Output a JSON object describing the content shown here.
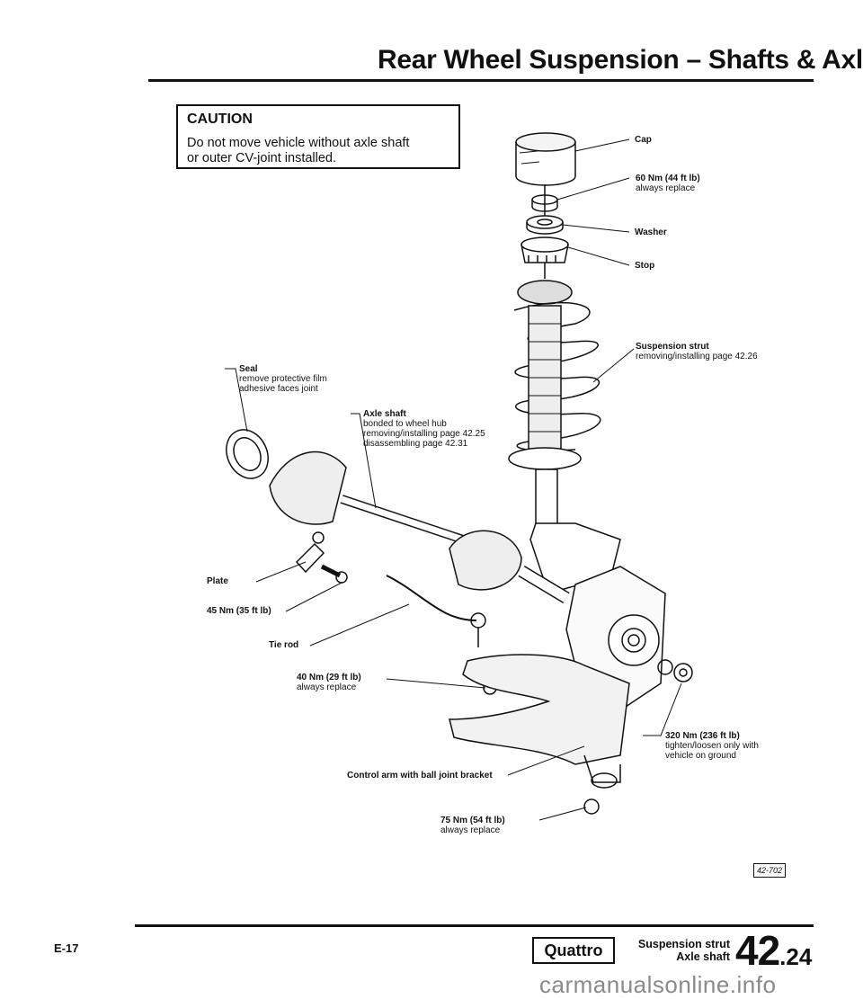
{
  "header": {
    "title": "Rear Wheel Suspension – Shafts & Axle"
  },
  "caution": {
    "heading": "CAUTION",
    "text": "Do not move vehicle without axle shaft\nor outer CV-joint installed."
  },
  "labels": {
    "cap": "Cap",
    "nut60_name": "60 Nm (44 ft lb)",
    "nut60_note": "always replace",
    "washer": "Washer",
    "stop": "Stop",
    "strut_name": "Suspension strut",
    "strut_note": "removing/installing page 42.26",
    "seal_name": "Seal",
    "seal_note": "remove protective film\nadhesive faces joint",
    "axle_name": "Axle shaft",
    "axle_note": "bonded to wheel hub\nremoving/installing page 42.25\ndisassembling page 42.31",
    "plate": "Plate",
    "bolt45": "45 Nm (35 ft lb)",
    "tierod": "Tie rod",
    "nut40_name": "40 Nm (29 ft lb)",
    "nut40_note": "always replace",
    "nut320_name": "320 Nm (236 ft lb)",
    "nut320_note": "tighten/loosen only with\nvehicle on ground",
    "control_arm": "Control arm with ball joint bracket",
    "nut75_name": "75 Nm (54 ft lb)",
    "nut75_note": "always replace"
  },
  "figure_ref": "42-702",
  "footer": {
    "page_code": "E-17",
    "badge": "Quattro",
    "side_line1": "Suspension strut",
    "side_line2": "Axle shaft",
    "section_main": "42",
    "section_sub": ".24"
  },
  "watermark": "carmanualsonline.info"
}
